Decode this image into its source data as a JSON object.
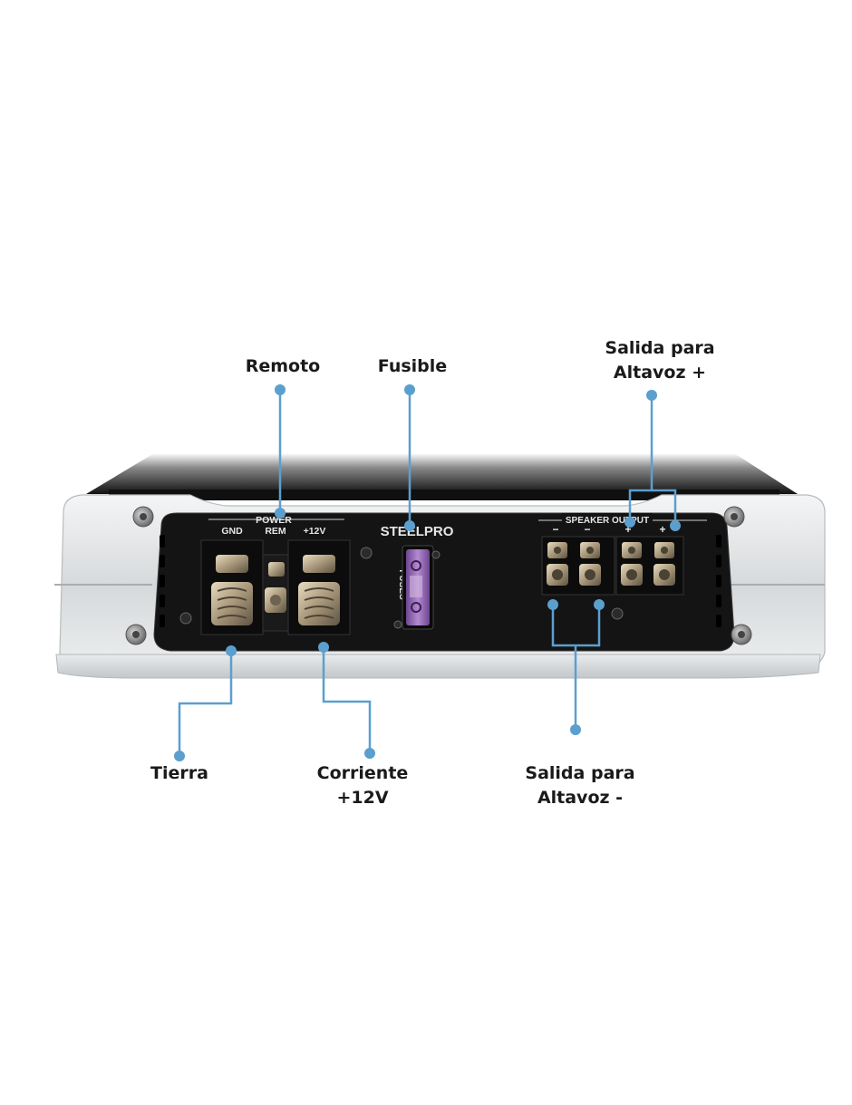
{
  "callouts": {
    "remote": {
      "label": "Remoto"
    },
    "fuse": {
      "label": "Fusible"
    },
    "speaker_positive": {
      "line1": "Salida para",
      "line2": "Altavoz +"
    },
    "ground": {
      "label": "Tierra"
    },
    "power_12v": {
      "line1": "Corriente",
      "line2": "+12V"
    },
    "speaker_negative": {
      "line1": "Salida para",
      "line2": "Altavoz -"
    }
  },
  "panel": {
    "brand": "STEELPRO",
    "power_header": "POWER",
    "gnd": "GND",
    "rem": "REM",
    "plus12v": "+12V",
    "fuses": "FUSES",
    "speaker_header": "SPEAKER OUTPUT",
    "minus_sign": "−",
    "plus_sign": "+"
  },
  "colors": {
    "callout_line": "#5b9fcf",
    "chassis_silver": "#d9dcde",
    "panel_black": "#141414",
    "fuse_purple": "#8a5aa8"
  }
}
